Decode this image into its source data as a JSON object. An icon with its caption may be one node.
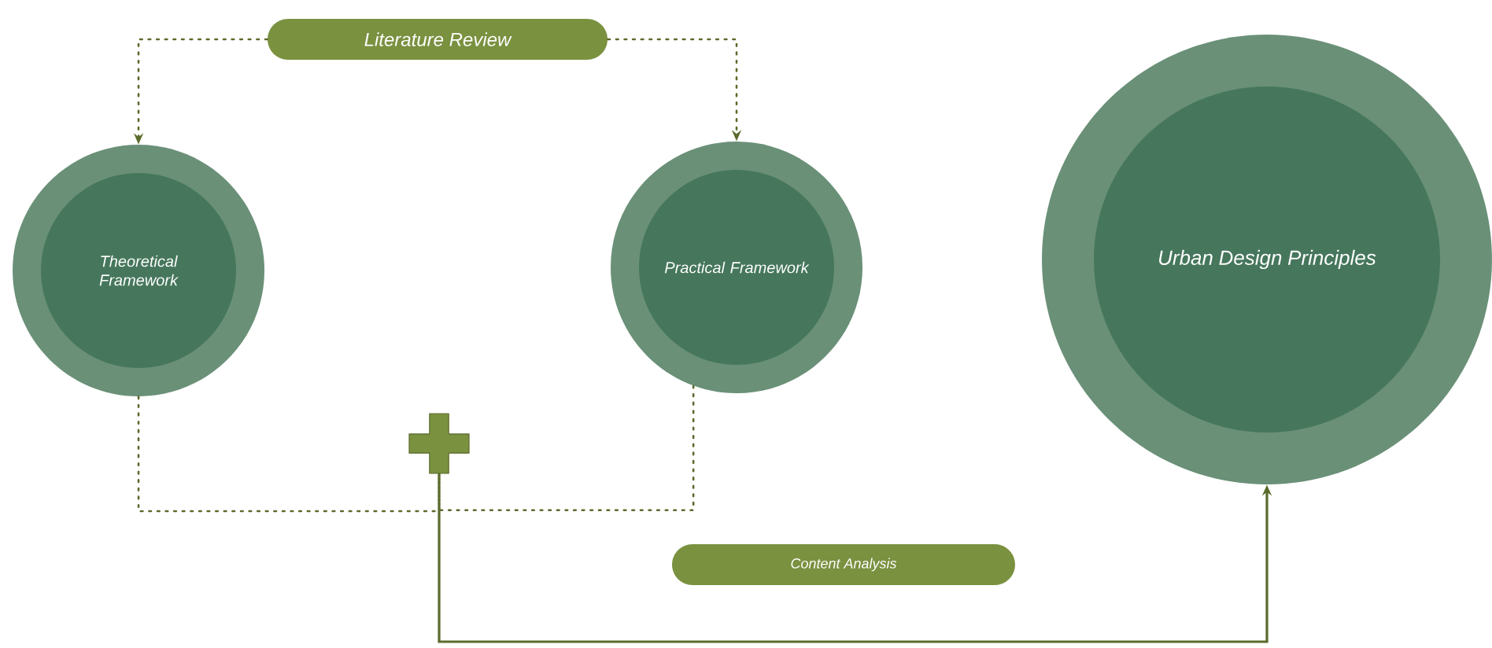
{
  "diagram": {
    "nodes": [
      {
        "text": [
          "Literature Review"
        ]
      },
      {
        "text": [
          "Theoretical Framework"
        ]
      },
      {
        "text": [
          "Practical Framework"
        ]
      },
      {
        "text": [
          "Urban Design Principles"
        ]
      },
      {
        "text": [],
        "shape": "cross"
      },
      {
        "text": [
          "Content Analysis"
        ]
      }
    ],
    "edges": [
      {
        "from": 0,
        "to": 1,
        "arrow": "to",
        "style": "dashed"
      },
      {
        "from": 0,
        "to": 2,
        "arrow": "to",
        "style": "dashed"
      },
      {
        "from": 1,
        "to": 4,
        "arrow": "none",
        "style": "dashed"
      },
      {
        "from": 2,
        "to": 4,
        "arrow": "none",
        "style": "dashed"
      },
      {
        "from": 4,
        "to": 3,
        "arrow": "to"
      }
    ]
  }
}
